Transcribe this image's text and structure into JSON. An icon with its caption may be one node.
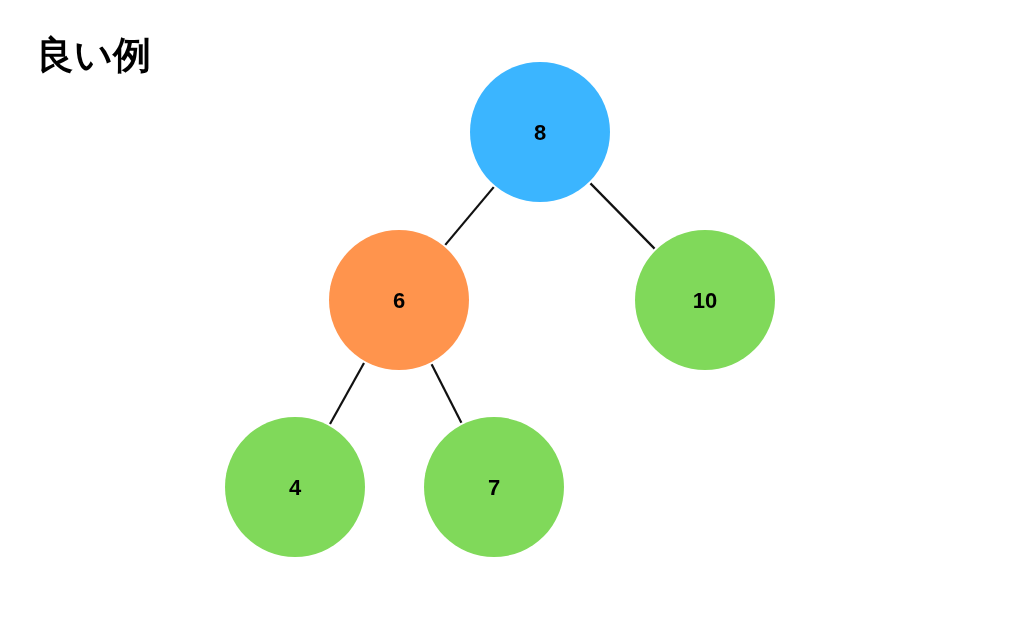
{
  "diagram": {
    "title": "良い例",
    "nodes": [
      {
        "text": [
          "8"
        ]
      },
      {
        "text": [
          "6"
        ]
      },
      {
        "text": [
          "10"
        ]
      },
      {
        "text": [
          "4"
        ]
      },
      {
        "text": [
          "7"
        ]
      }
    ],
    "edges": [
      {
        "from": 0,
        "to": 1,
        "arrow": "none"
      },
      {
        "from": 0,
        "to": 2,
        "arrow": "none"
      },
      {
        "from": 1,
        "to": 3,
        "arrow": "none"
      },
      {
        "from": 1,
        "to": 4,
        "arrow": "none"
      }
    ]
  }
}
